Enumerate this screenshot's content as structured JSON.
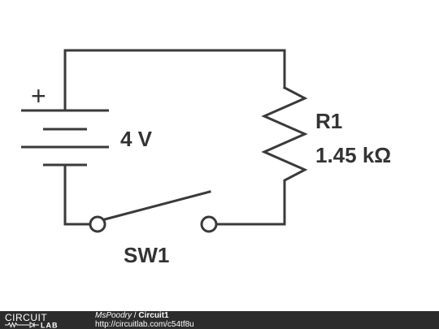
{
  "circuit": {
    "battery": {
      "polarity_mark": "+",
      "voltage_label": "4 V"
    },
    "resistor": {
      "name": "R1",
      "value": "1.45 kΩ"
    },
    "switch": {
      "name": "SW1"
    }
  },
  "footer": {
    "logo_top": "CIRCUIT",
    "logo_bottom": "LAB",
    "author": "MsPoodry",
    "separator": " / ",
    "title": "Circuit1",
    "url": "http://circuitlab.com/c54tf8u"
  },
  "colors": {
    "wire": "#3a3a3a",
    "footer_bg": "#2c2c2c",
    "background": "#ffffff"
  }
}
